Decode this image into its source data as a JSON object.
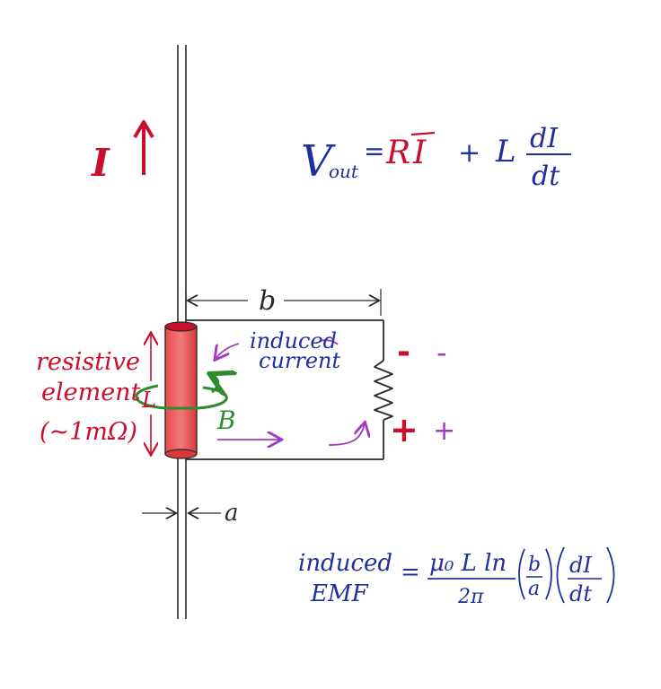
{
  "colors": {
    "ink": "#2a2a2a",
    "red": "#c8102e",
    "blue": "#1f2f9c",
    "green": "#2e8b2e",
    "purple": "#a23cbf",
    "pink": "#f08080"
  },
  "current_label": "I",
  "vout": {
    "lhs_v": "V",
    "lhs_sub": "out",
    "eq": "=",
    "r": "R",
    "i": "I",
    "plus": "+",
    "l": "L",
    "num": "dI",
    "den": "dt"
  },
  "dim_b": "b",
  "dim_a": "a",
  "induced_current": [
    "induced",
    "current"
  ],
  "resistive_element": {
    "line1": "resistive",
    "line2": "element",
    "line3": "(~1mΩ)"
  },
  "length_label": "L",
  "field_label": "B",
  "polarity": {
    "red_top": "-",
    "purple_top": "-",
    "red_bottom": "+",
    "purple_bottom": "+"
  },
  "emf": {
    "label1": "induced",
    "label2": "EMF",
    "eq": "=",
    "num": "μ₀ L ln",
    "den": "2π",
    "frac1_num": "b",
    "frac1_den": "a",
    "frac2_num": "dI",
    "frac2_den": "dt"
  }
}
